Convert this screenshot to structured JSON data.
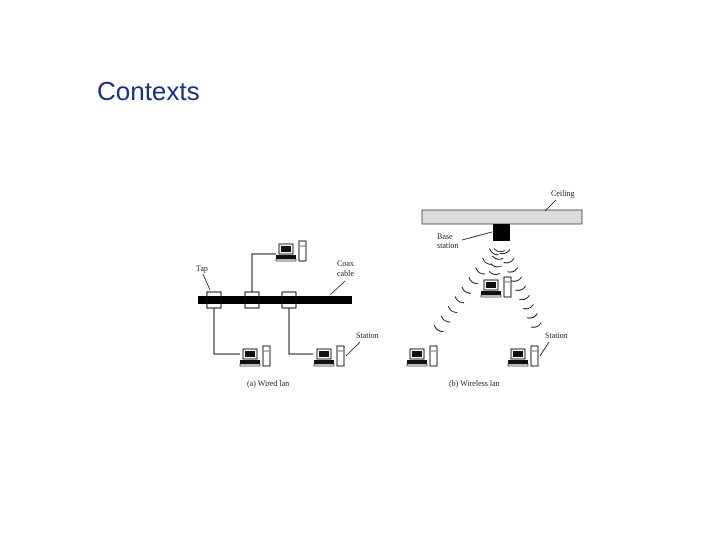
{
  "slide": {
    "title": "Contexts"
  },
  "wired": {
    "tap_label": "Tap",
    "coax_label_line1": "Coax",
    "coax_label_line2": "cable",
    "station_label": "Station",
    "caption": "(a) Wired lan"
  },
  "wireless": {
    "ceiling_label": "Ceiling",
    "base_label_line1": "Base",
    "base_label_line2": "station",
    "station_label": "Station",
    "caption": "(b) Wireless lan"
  }
}
